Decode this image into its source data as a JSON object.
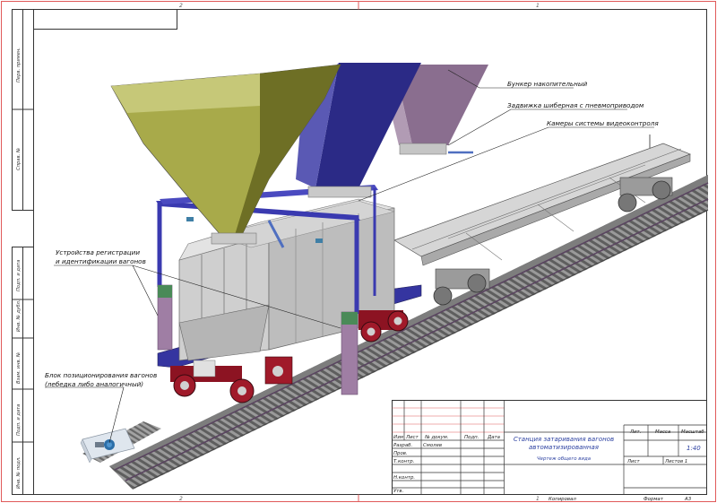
{
  "frame": {
    "zone_top_left": "2",
    "zone_top_right": "1",
    "zone_bottom_left": "2",
    "zone_bottom_right": "1",
    "side_labels": [
      "Перв. примен.",
      "Справ. №",
      "Подп. и дата",
      "Инв. № дубл.",
      "Взам. инв. №",
      "Подп. и дата",
      "Инв. № подл."
    ]
  },
  "callouts": {
    "hopper": "Бункер накопительный",
    "gate": "Задвижка шиберная с пневмоприводом",
    "cameras": "Камеры системы видеоконтроля",
    "registration_line1": "Устройства регистрации",
    "registration_line2": "и идентификации вагонов",
    "positioning_line1": "Блок позиционирования вагонов",
    "positioning_line2": "(лебедка либо аналогичный)"
  },
  "title_block": {
    "col_headers": [
      "Изм",
      "Лист",
      "№ докум.",
      "Подп.",
      "Дата"
    ],
    "rows": [
      "Разраб.",
      "Пров.",
      "Т.контр.",
      "",
      "Н.контр.",
      "Утв."
    ],
    "developer": "Смолев",
    "title_line1": "Станция затаривания вагонов",
    "title_line2": "автоматизированная",
    "doc_type": "Чертеж общего вида",
    "lit_label": "Лит.",
    "mass_label": "Масса",
    "scale_label": "Масштаб",
    "scale_value": "1:40",
    "sheet_label": "Лист",
    "sheets_label": "Листов 1",
    "copied": "Копировал",
    "format": "Формат",
    "format_value": "А3"
  },
  "colors": {
    "hopper_olive": "#a8aa4a",
    "hopper_navy": "#2b2a86",
    "hopper_mauve": "#8a6e8f",
    "frame_blue": "#3a3ab0",
    "post_mauve": "#9f7ea4",
    "wheel_red": "#a01a2a",
    "track_gray": "#8a8a8a",
    "car_gray": "#c9c9c9"
  }
}
